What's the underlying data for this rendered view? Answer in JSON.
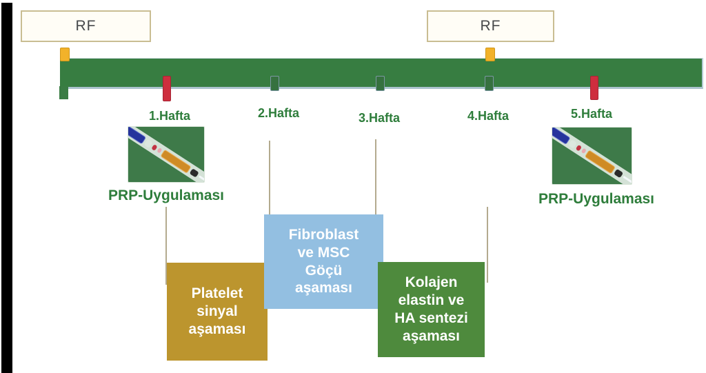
{
  "rf": {
    "label": "RF"
  },
  "weeks": [
    {
      "label": "1.Hafta"
    },
    {
      "label": "2.Hafta"
    },
    {
      "label": "3.Hafta"
    },
    {
      "label": "4.Hafta"
    },
    {
      "label": "5.Hafta"
    }
  ],
  "prp": {
    "left_label": "PRP-Uygulaması",
    "right_label": "PRP-Uygulaması"
  },
  "phases": [
    {
      "id": "platelet-signal",
      "lines": [
        "Platelet",
        "sinyal",
        "aşaması"
      ]
    },
    {
      "id": "fibroblast-msc-migration",
      "lines": [
        "Fibroblast",
        "ve MSC",
        "Göçü",
        "aşaması"
      ]
    },
    {
      "id": "collagen-elastin-ha-synthesis",
      "lines": [
        "Kolajen",
        "elastin ve",
        "HA sentezi",
        "aşaması"
      ]
    }
  ],
  "colors": {
    "timeline_green": "#377d41",
    "label_green": "#2e7d3b",
    "phase_gold": "#bc952e",
    "phase_blue": "#93bfe1",
    "phase_green": "#4e8a3d",
    "marker_yellow": "#f2b22a",
    "marker_red": "#ce2e3e",
    "rf_border_tan": "#c9bd92",
    "connector_line": "#b3aa8e"
  }
}
